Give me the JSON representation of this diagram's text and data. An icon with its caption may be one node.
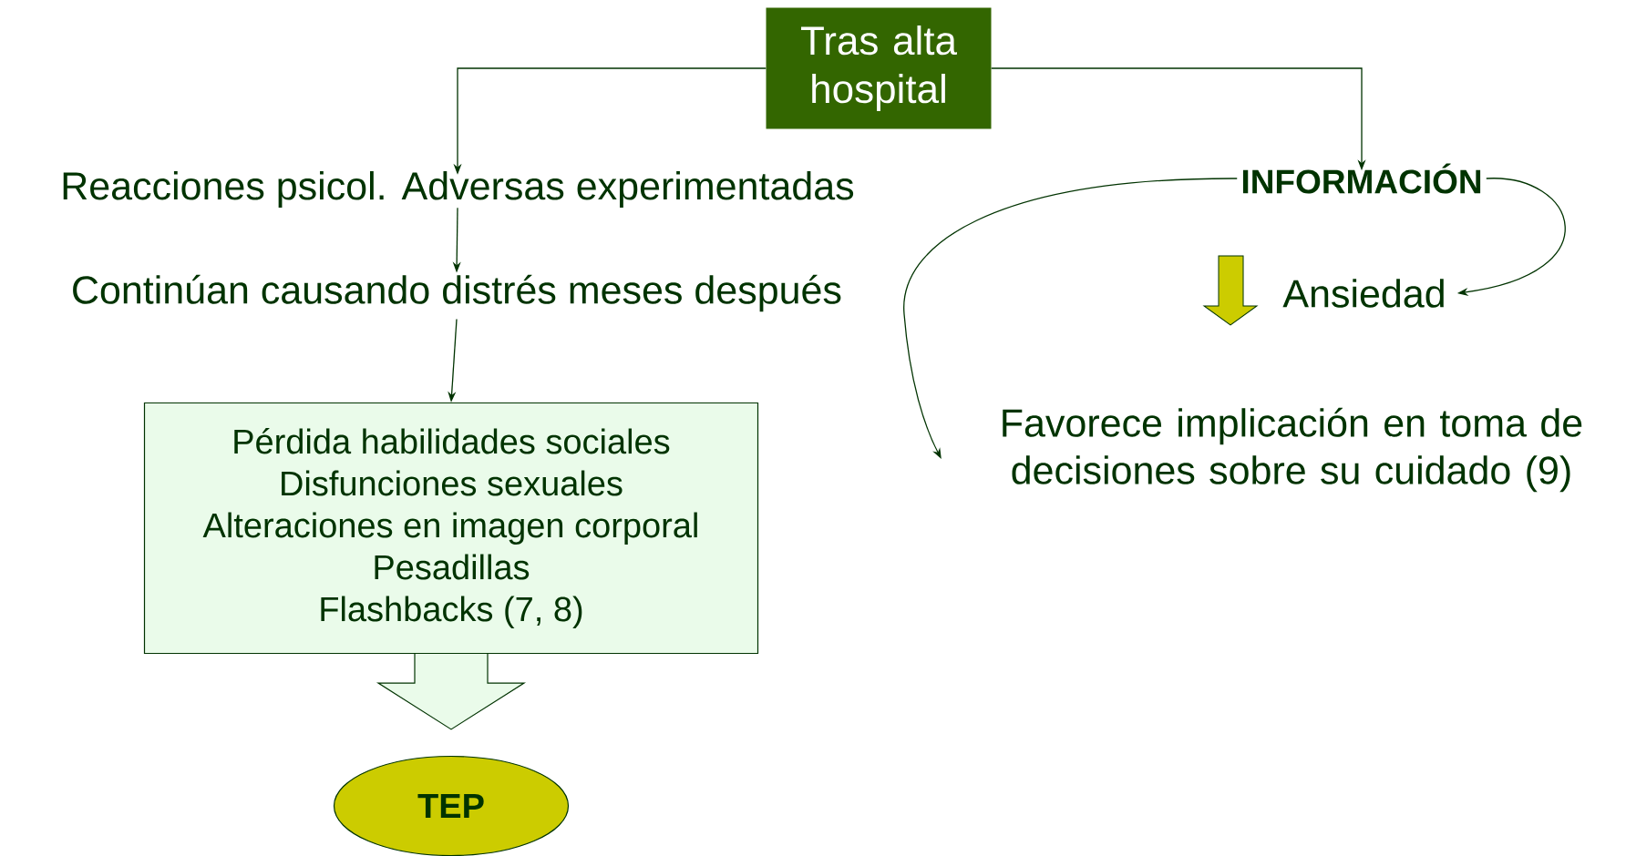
{
  "diagram": {
    "nodes": [
      {
        "text": [
          "Tras alta hospital"
        ]
      },
      {
        "text": [
          "Reacciones psicol. Adversas experimentadas"
        ]
      },
      {
        "text": [
          "Continúan causando distrés meses después"
        ]
      },
      {
        "text": [
          "Pérdida habilidades sociales",
          "Disfunciones sexuales",
          "Alteraciones en imagen corporal",
          "Pesadillas",
          "Flashbacks (7, 8)"
        ]
      },
      {
        "text": [
          "TEP"
        ]
      },
      {
        "text": [
          "INFORMACIÓN"
        ]
      },
      {
        "text": [
          "Ansiedad"
        ]
      },
      {
        "text": [
          "Favorece implicación en toma de decisiones sobre su cuidado (9)"
        ]
      }
    ],
    "edges": [
      {
        "from": 0,
        "to": 1,
        "arrow": "to"
      },
      {
        "from": 0,
        "to": 5,
        "arrow": "to"
      },
      {
        "from": 1,
        "to": 2,
        "arrow": "to"
      },
      {
        "from": 2,
        "to": 3,
        "arrow": "to"
      },
      {
        "from": 3,
        "to": 4,
        "arrow": "to",
        "style": "thick"
      },
      {
        "from": 5,
        "to": 7,
        "arrow": "to"
      },
      {
        "from": 5,
        "to": 6,
        "arrow": "to"
      }
    ]
  }
}
